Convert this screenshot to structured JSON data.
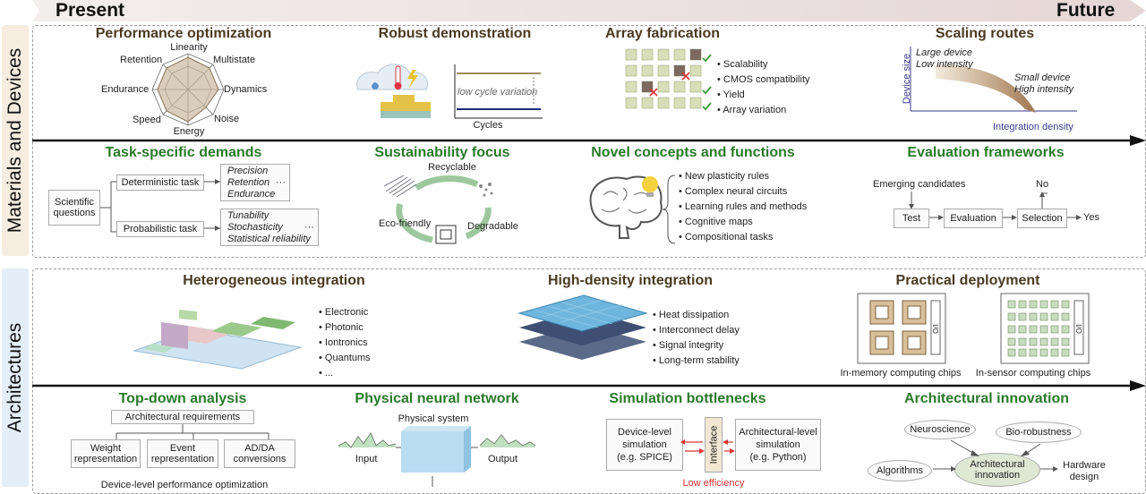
{
  "timeline": {
    "present": "Present",
    "future": "Future"
  },
  "sections": {
    "materials": "Materials and Devices",
    "architectures": "Architectures"
  },
  "performance": {
    "title": "Performance optimization",
    "axes": [
      "Linearity",
      "Multistate",
      "Dynamics",
      "Noise",
      "Energy",
      "Speed",
      "Endurance",
      "Retention"
    ]
  },
  "robust": {
    "title": "Robust demonstration",
    "annotation": "low cycle variation",
    "xlabel": "Cycles"
  },
  "array": {
    "title": "Array fabrication",
    "bullets": [
      "Scalability",
      "CMOS compatibility",
      "Yield",
      "Array variation"
    ]
  },
  "scaling": {
    "title": "Scaling routes",
    "large1": "Large device",
    "large2": "Low intensity",
    "small1": "Small device",
    "small2": "High intensity",
    "ylabel": "Device size",
    "xlabel": "Integration density"
  },
  "task": {
    "title": "Task-specific demands",
    "root1": "Scientific",
    "root2": "questions",
    "det": "Deterministic task",
    "prob": "Probabilistic task",
    "det_items": [
      "Precision",
      "Retention",
      "Endurance"
    ],
    "prob_items": [
      "Tunability",
      "Stochasticity",
      "Statistical reliability"
    ],
    "ellipsis": "···"
  },
  "sustain": {
    "title": "Sustainability focus",
    "recyclable": "Recyclable",
    "eco": "Eco-friendly",
    "degradable": "Degradable"
  },
  "novel": {
    "title": "Novel concepts and functions",
    "bullets": [
      "New plasticity rules",
      "Complex neural circuits",
      "Learning rules and methods",
      "Cognitive maps",
      "Compositional tasks"
    ]
  },
  "evaluation": {
    "title": "Evaluation frameworks",
    "emerging": "Emerging candidates",
    "test": "Test",
    "evaluation": "Evaluation",
    "selection": "Selection",
    "no": "No",
    "yes": "Yes"
  },
  "hetero": {
    "title": "Heterogeneous integration",
    "bullets": [
      "Electronic",
      "Photonic",
      "Iontronics",
      "Quantums",
      "..."
    ]
  },
  "highdensity": {
    "title": "High-density integration",
    "bullets": [
      "Heat dissipation",
      "Interconnect delay",
      "Signal integrity",
      "Long-term stability"
    ]
  },
  "practical": {
    "title": "Practical deployment",
    "chip1": "In-memory computing chips",
    "chip2": "In-sensor computing chips",
    "io": "I/O"
  },
  "topdown": {
    "title": "Top-down analysis",
    "req": "Architectural requirements",
    "weight1": "Weight",
    "weight2": "representation",
    "event1": "Event",
    "event2": "representation",
    "adda1": "AD/DA",
    "adda2": "conversions",
    "device": "Device-level performance optimization"
  },
  "pnn": {
    "title": "Physical neural network",
    "system": "Physical system",
    "input": "Input",
    "output": "Output"
  },
  "simulation": {
    "title": "Simulation bottlenecks",
    "dev1": "Device-level",
    "dev2": "simulation",
    "dev3": "(e.g. SPICE)",
    "arch1": "Architectural-level",
    "arch2": "simulation",
    "arch3": "(e.g. Python)",
    "interface": "Interface",
    "low": "Low efficiency"
  },
  "archinnov": {
    "title": "Architectural innovation",
    "neuro": "Neuroscience",
    "bio": "Bio-robustness",
    "alg": "Algorithms",
    "ai1": "Architectural",
    "ai2": "innovation",
    "hw1": "Hardware",
    "hw2": "design"
  },
  "colors": {
    "brown": "#4a3a22",
    "green": "#2a7a2a",
    "timeline": "#e8d9d9"
  }
}
